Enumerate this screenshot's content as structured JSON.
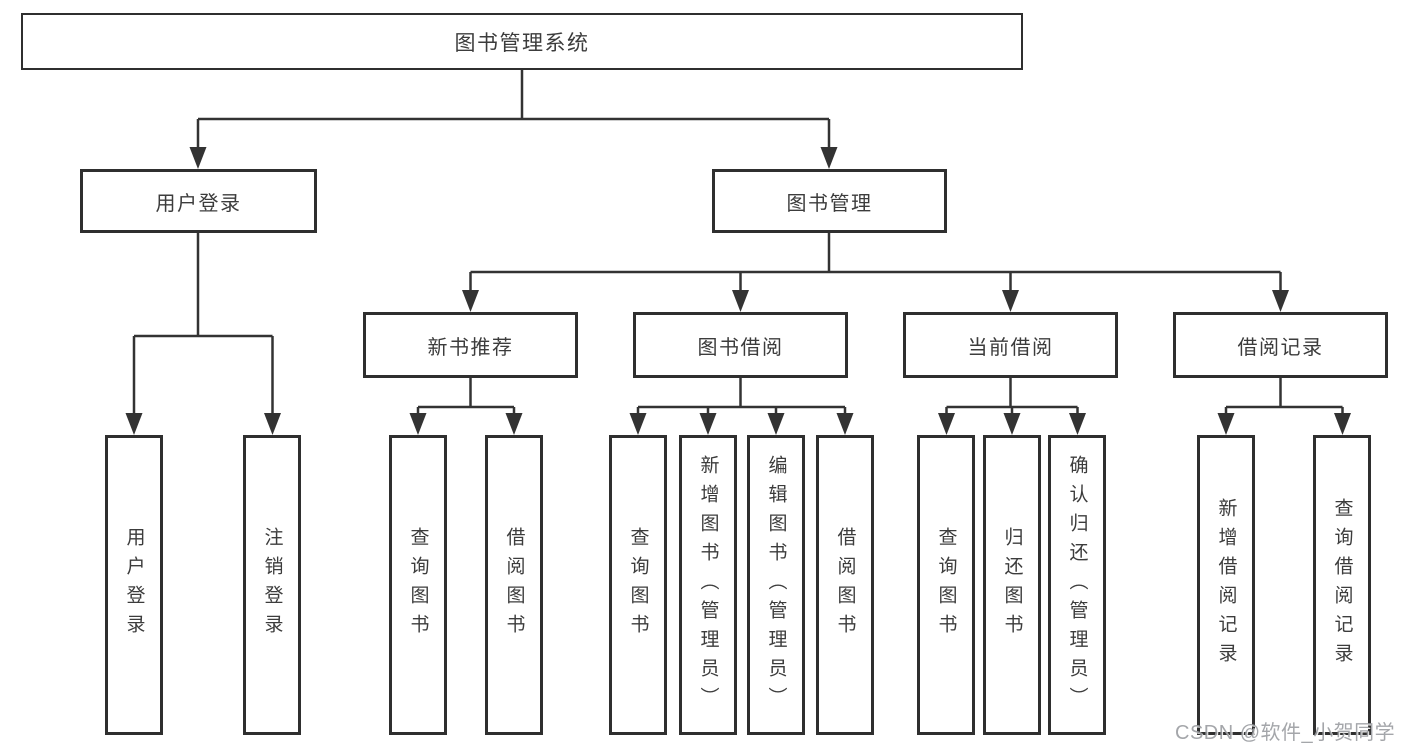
{
  "tree": {
    "root": {
      "label": "图书管理系统",
      "children": [
        {
          "label": "用户登录",
          "children": [
            {
              "label": "用户登录"
            },
            {
              "label": "注销登录"
            }
          ]
        },
        {
          "label": "图书管理",
          "children": [
            {
              "label": "新书推荐",
              "children": [
                {
                  "label": "查询图书"
                },
                {
                  "label": "借阅图书"
                }
              ]
            },
            {
              "label": "图书借阅",
              "children": [
                {
                  "label": "查询图书"
                },
                {
                  "label": "新增图书（管理员）"
                },
                {
                  "label": "编辑图书（管理员）"
                },
                {
                  "label": "借阅图书"
                }
              ]
            },
            {
              "label": "当前借阅",
              "children": [
                {
                  "label": "查询图书"
                },
                {
                  "label": "归还图书"
                },
                {
                  "label": "确认归还（管理员）"
                }
              ]
            },
            {
              "label": "借阅记录",
              "children": [
                {
                  "label": "新增借阅记录"
                },
                {
                  "label": "查询借阅记录"
                }
              ]
            }
          ]
        }
      ]
    }
  },
  "watermark": {
    "text": "CSDN @软件_小贺同学"
  },
  "colors": {
    "line": "#333333",
    "border": "#2f2f2f",
    "text": "#3c3c3c",
    "background": "#ffffff",
    "watermark": "#9b9da1"
  }
}
